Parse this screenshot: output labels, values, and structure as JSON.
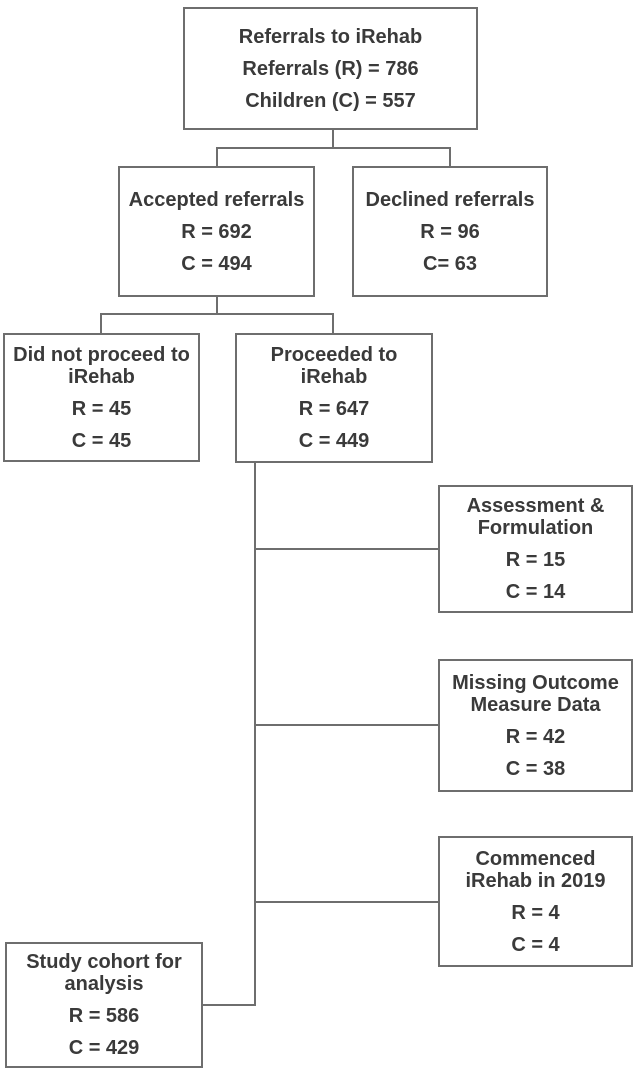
{
  "colors": {
    "border": "#6e6e6e",
    "text": "#3a3a3a",
    "background": "#ffffff"
  },
  "nodes": {
    "referrals": {
      "title": "Referrals to iRehab",
      "r": "Referrals (R) = 786",
      "c": "Children (C) = 557"
    },
    "accepted": {
      "title": "Accepted referrals",
      "r": "R = 692",
      "c": "C = 494"
    },
    "declined": {
      "title": "Declined referrals",
      "r": "R = 96",
      "c": "C= 63"
    },
    "didnot": {
      "title": "Did not proceed to\niRehab",
      "r": "R = 45",
      "c": "C = 45"
    },
    "proceeded": {
      "title": "Proceeded to\niRehab",
      "r": "R = 647",
      "c": "C = 449"
    },
    "assessment": {
      "title": "Assessment &\nFormulation",
      "r": "R = 15",
      "c": "C = 14"
    },
    "missing": {
      "title": "Missing Outcome\nMeasure Data",
      "r": "R = 42",
      "c": "C = 38"
    },
    "commenced": {
      "title": "Commenced\niRehab in 2019",
      "r": "R = 4",
      "c": "C = 4"
    },
    "study": {
      "title": "Study cohort for\nanalysis",
      "r": "R = 586",
      "c": "C = 429"
    }
  }
}
